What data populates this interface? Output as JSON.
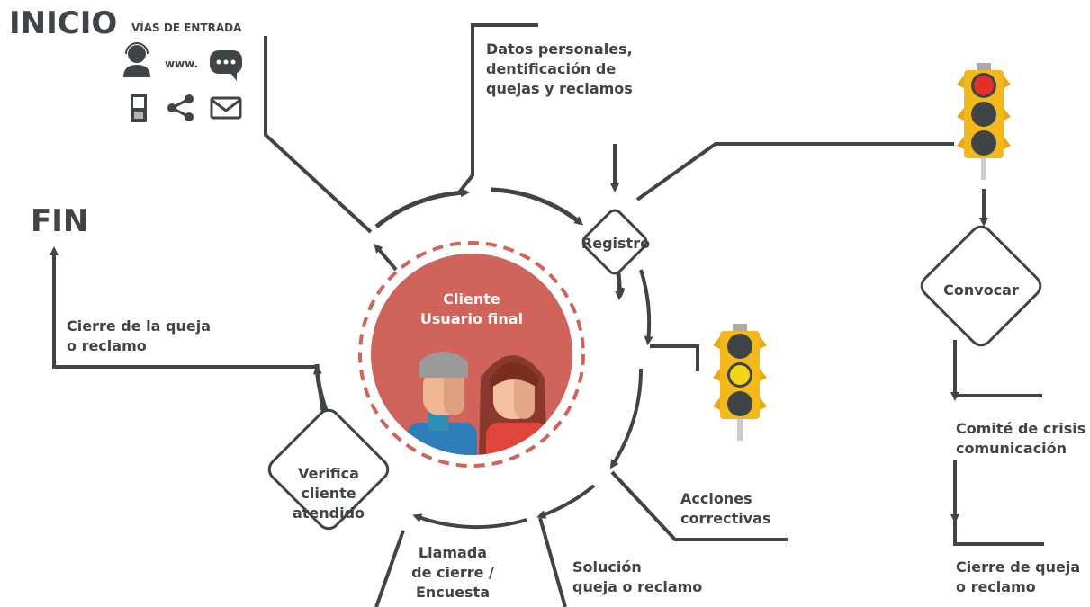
{
  "start": {
    "title": "INICIO",
    "channels_title": "VÍAS DE ENTRADA",
    "web_label": "www."
  },
  "end": {
    "title": "FIN"
  },
  "center": {
    "line1": "Cliente",
    "line2": "Usuario final"
  },
  "nodes": {
    "registro": "Registro",
    "convocar": "Convocar",
    "verifica": [
      "Verifica",
      "cliente",
      "atendido"
    ]
  },
  "labels": {
    "datos": [
      "Datos personales,",
      "dentificación de",
      "quejas y reclamos"
    ],
    "cierre_queja": [
      "Cierre de la queja",
      "o reclamo"
    ],
    "acciones": [
      "Acciones",
      "correctivas"
    ],
    "solucion": [
      "Solución",
      "queja o reclamo"
    ],
    "llamada": [
      "Llamada",
      "de cierre /",
      "Encuesta"
    ],
    "comite": [
      "Comité de crisis",
      "comunicación"
    ],
    "cierre_right": [
      "Cierre de queja",
      "o reclamo"
    ]
  },
  "colors": {
    "line": "#3f4447",
    "circle": "#d0645a",
    "traffic_housing": "#f2b81c",
    "light_red": "#e53027",
    "light_yellow": "#f6d417",
    "light_off": "#3f4447"
  },
  "icons": [
    "headset-agent-icon",
    "chat-bubble-icon",
    "mobile-phone-icon",
    "share-icon",
    "envelope-icon",
    "traffic-light-icon",
    "couple-avatar-icon"
  ]
}
